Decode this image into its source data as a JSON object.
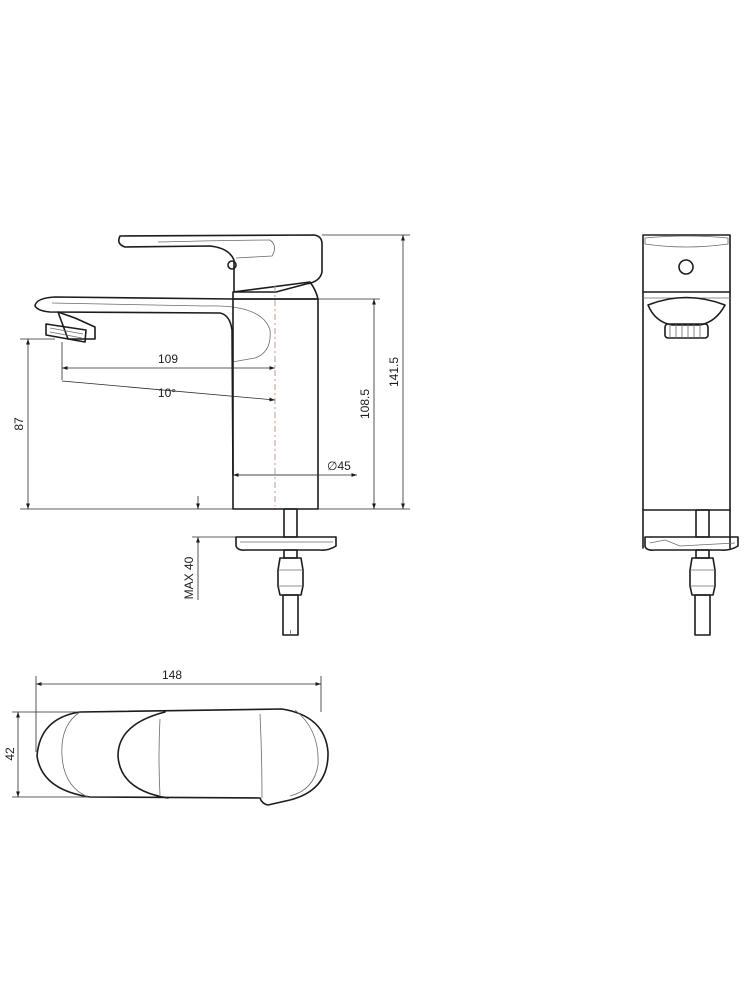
{
  "dimensions": {
    "spout_reach": "109",
    "spout_angle": "10°",
    "spout_height": "87",
    "body_height": "108.5",
    "total_height": "141.5",
    "body_diameter": "∅45",
    "max_deck_thickness": "MAX 40",
    "plan_length": "148",
    "plan_width": "42"
  },
  "colors": {
    "line": "#1c1c1c",
    "centerline": "#b89080"
  }
}
